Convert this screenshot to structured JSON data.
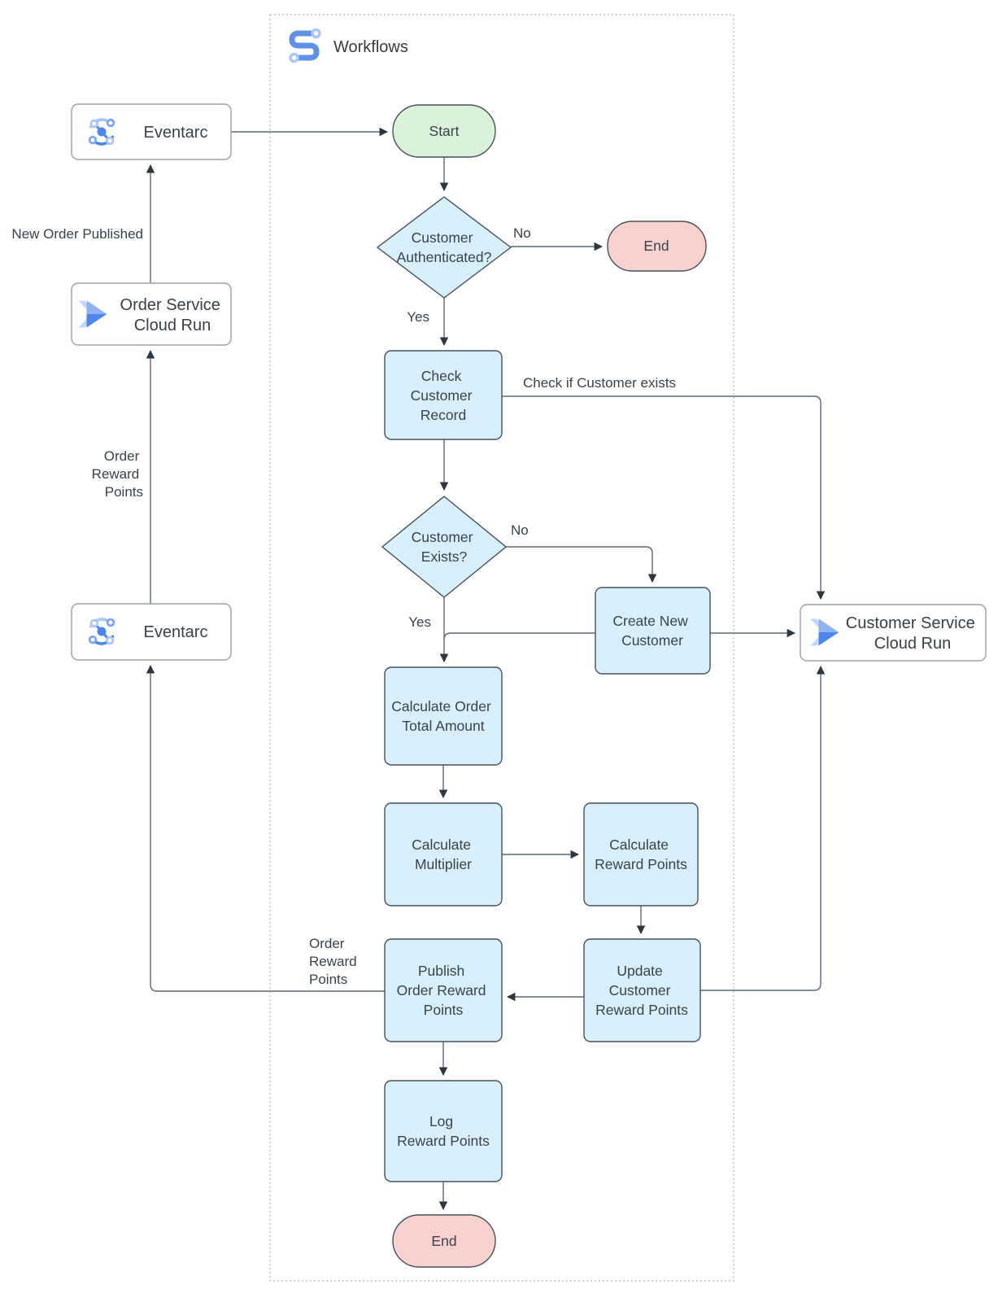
{
  "diagram": {
    "title": "Workflows"
  },
  "nodes": {
    "eventarc_top": {
      "label": "Eventarc"
    },
    "order_service_cloud_run": {
      "lines": [
        "Order Service",
        "Cloud Run"
      ]
    },
    "eventarc_bottom": {
      "label": "Eventarc"
    },
    "customer_service_cloud_run": {
      "lines": [
        "Customer Service",
        "Cloud Run"
      ]
    },
    "start": {
      "label": "Start"
    },
    "customer_authenticated": {
      "lines": [
        "Customer",
        "Authenticated?"
      ]
    },
    "end_top": {
      "label": "End"
    },
    "check_customer_record": {
      "lines": [
        "Check",
        "Customer",
        "Record"
      ]
    },
    "customer_exists": {
      "lines": [
        "Customer",
        "Exists?"
      ]
    },
    "create_new_customer": {
      "lines": [
        "Create New",
        "Customer"
      ]
    },
    "calculate_order_total": {
      "lines": [
        "Calculate Order",
        "Total Amount"
      ]
    },
    "calculate_multiplier": {
      "lines": [
        "Calculate",
        "Multiplier"
      ]
    },
    "calculate_reward_points": {
      "lines": [
        "Calculate",
        "Reward Points"
      ]
    },
    "update_customer_reward_points": {
      "lines": [
        "Update",
        "Customer",
        "Reward Points"
      ]
    },
    "publish_order_reward_points": {
      "lines": [
        "Publish",
        "Order Reward",
        "Points"
      ]
    },
    "log_reward_points": {
      "lines": [
        "Log",
        "Reward Points"
      ]
    },
    "end_bottom": {
      "label": "End"
    }
  },
  "edge_labels": {
    "auth_no": "No",
    "auth_yes": "Yes",
    "check_if_customer_exists": "Check if Customer exists",
    "exists_no": "No",
    "exists_yes": "Yes",
    "new_order_published": "New Order Published",
    "order_reward_points_left": {
      "lines": [
        "Order",
        "Reward",
        "Points"
      ]
    },
    "order_reward_points_publish": {
      "lines": [
        "Order",
        "Reward",
        "Points"
      ]
    }
  },
  "colors": {
    "process_fill": "#d7f0fb",
    "start_fill": "#d9f2d9",
    "end_fill": "#f9d2d0",
    "shape_stroke": "#47515f",
    "external_stroke": "#99a0a8",
    "edge": "#5f6877",
    "text": "#3a434e",
    "brand_blue": "#4e86ee",
    "brand_blue_light": "#aac6f8"
  }
}
